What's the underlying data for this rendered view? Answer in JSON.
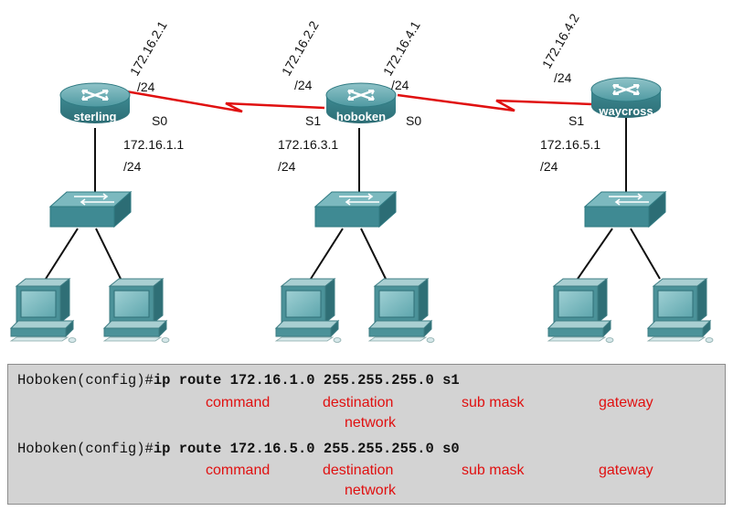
{
  "colors": {
    "serial_link": "#e01010",
    "router_body": "#3f8a93",
    "switch_body": "#4e8f97",
    "annotation": "#e01010",
    "command_box_bg": "#d3d3d3"
  },
  "routers": [
    {
      "name": "sterling",
      "icon": "router-icon"
    },
    {
      "name": "hoboken",
      "icon": "router-icon"
    },
    {
      "name": "waycross",
      "icon": "router-icon"
    }
  ],
  "serial_labels": {
    "sterling_s0_ip": "172.16.2.1",
    "sterling_s0_mask": "/24",
    "hoboken_s1_ip": "172.16.2.2",
    "hoboken_s1_mask": "/24",
    "hoboken_s0_ip": "172.16.4.1",
    "hoboken_s0_mask": "/24",
    "waycross_s1_ip": "172.16.4.2",
    "waycross_s1_mask": "/24"
  },
  "interfaces": {
    "sterling_s0": "S0",
    "hoboken_s1": "S1",
    "hoboken_s0": "S0",
    "waycross_s1": "S1"
  },
  "lan_labels": {
    "sterling_ip": "172.16.1.1",
    "sterling_mask": "/24",
    "hoboken_ip": "172.16.3.1",
    "hoboken_mask": "/24",
    "waycross_ip": "172.16.5.1",
    "waycross_mask": "/24"
  },
  "commands": [
    {
      "prompt": "Hoboken(config)#",
      "cmd": "ip route",
      "network": "172.16.1.0",
      "mask": "255.255.255.0",
      "gateway": "s1"
    },
    {
      "prompt": "Hoboken(config)#",
      "cmd": "ip route",
      "network": "172.16.5.0",
      "mask": "255.255.255.0",
      "gateway": "s0"
    }
  ],
  "annotations": {
    "command": "command",
    "destination": "destination",
    "network": "network",
    "sub_mask": "sub mask",
    "gateway": "gateway"
  }
}
